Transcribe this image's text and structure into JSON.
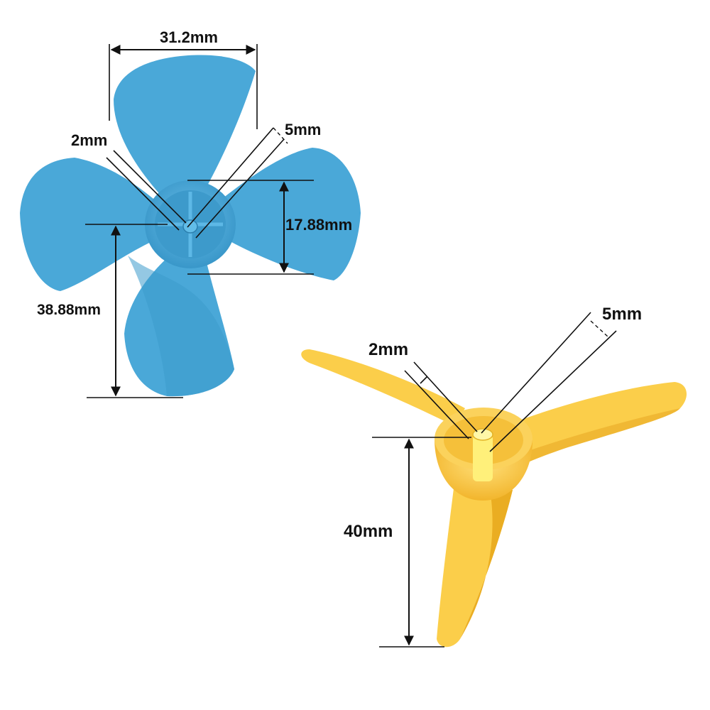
{
  "colors": {
    "blue_blade": "#4aa8d8",
    "blue_dark": "#2f88b8",
    "yellow_blade": "#fbce4a",
    "yellow_dark": "#e9ae22",
    "line": "#111111"
  },
  "blue_propeller": {
    "blade_count": 4,
    "dimensions": {
      "width": "31.2mm",
      "shaft_hole": "2mm",
      "outer_hub": "5mm",
      "hub_height": "17.88mm",
      "radius": "38.88mm"
    }
  },
  "yellow_propeller": {
    "blade_count": 3,
    "dimensions": {
      "shaft_hole": "2mm",
      "outer_hub": "5mm",
      "radius": "40mm"
    }
  }
}
